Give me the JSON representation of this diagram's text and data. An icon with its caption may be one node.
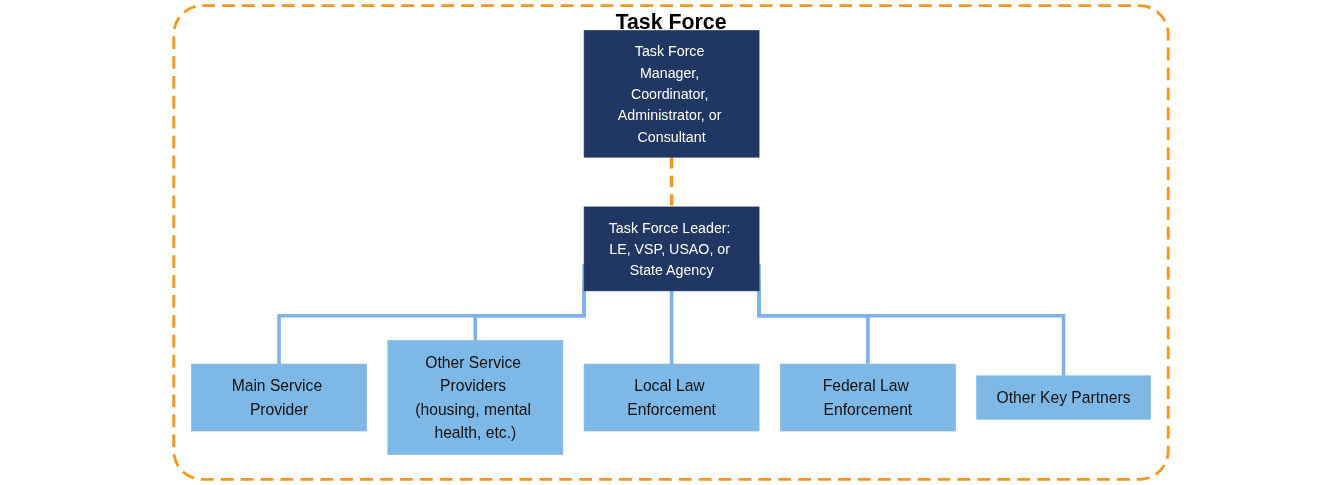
{
  "diagram": {
    "nodes": [
      {
        "text": [
          "Task Force"
        ]
      },
      {
        "text": [
          "Task Force Manager, Coordinator, Administrator, or Consultant"
        ],
        "in": 0
      },
      {
        "text": [
          "Task Force Leader: LE, VSP, USAO, or State Agency"
        ],
        "in": 0
      },
      {
        "text": [
          "Main Service Provider"
        ],
        "in": 0
      },
      {
        "text": [
          "Other Service Providers (housing, mental health, etc.)"
        ],
        "in": 0
      },
      {
        "text": [
          "Local Law Enforcement"
        ],
        "in": 0
      },
      {
        "text": [
          "Federal Law Enforcement"
        ],
        "in": 0
      },
      {
        "text": [
          "Other Key Partners"
        ],
        "in": 0
      }
    ],
    "edges": [
      {
        "from": 1,
        "to": 2,
        "arrow": "none",
        "style": "dashed",
        "color": "#f5961e"
      },
      {
        "from": 2,
        "to": 3,
        "arrow": "none"
      },
      {
        "from": 2,
        "to": 4,
        "arrow": "none"
      },
      {
        "from": 2,
        "to": 5,
        "arrow": "none"
      },
      {
        "from": 2,
        "to": 6,
        "arrow": "none"
      },
      {
        "from": 2,
        "to": 7,
        "arrow": "none"
      }
    ]
  }
}
